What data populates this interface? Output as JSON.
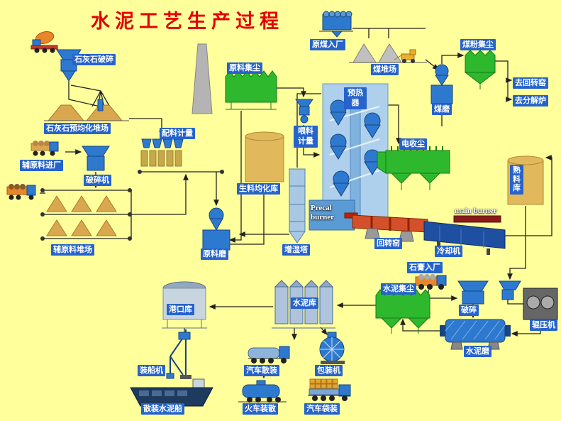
{
  "title": "水泥工艺生产过程",
  "labels": {
    "limestone_crushing": "石灰石破碎",
    "limestone_preblending_yard": "石灰石预均化堆场",
    "raw_coal_entry": "原煤入厂",
    "coal_storage_yard": "煤堆场",
    "coal_dust_collector": "煤粉集尘",
    "raw_material_dust_collector": "原料集尘",
    "to_rotary_kiln": "去回转窑",
    "to_calciner": "去分解炉",
    "coal_mill": "煤磨",
    "batching_metering": "配料计量",
    "preheater": "预热器",
    "feed_metering": "喂料计量",
    "raw_meal_blending_silo": "生料均化库",
    "electrostatic_precipitator": "电收尘",
    "aux_material_entry": "辅原料进厂",
    "crusher_machine": "破碎机",
    "clinker_silo": "熟料库",
    "precal_burner": "Precal burner",
    "main_burner": "main burner",
    "rotary_kiln": "回转窑",
    "cooler": "冷却机",
    "aux_material_yard": "辅原料堆场",
    "raw_mill": "原料磨",
    "humidifying_tower": "增湿塔",
    "gypsum_entry": "石膏入厂",
    "cement_dust_collector": "水泥集尘",
    "crushing": "破碎",
    "roller_press": "辊压机",
    "port_silo": "港口库",
    "cement_silo": "水泥库",
    "cement_mill": "水泥磨",
    "ship_loader": "装船机",
    "truck_bulk_loading": "汽车散装",
    "packing_machine": "包装机",
    "bulk_cement_ship": "散装水泥船",
    "train_bulk_loading": "火车装散",
    "truck_bag_loading": "汽车袋装"
  },
  "colors": {
    "background": "#FFFF9C",
    "label_background": "#2663CC",
    "label_text": "#FFFFFF",
    "title_color": "#E50000",
    "dust_collector_green": "#2EB82E",
    "machine_blue": "#2E79D0",
    "silo_tan": "#E2B85C",
    "pile_tan": "#D9A84E",
    "kiln_red": "#D4502A",
    "cooler_blue": "#1E4FA0"
  }
}
